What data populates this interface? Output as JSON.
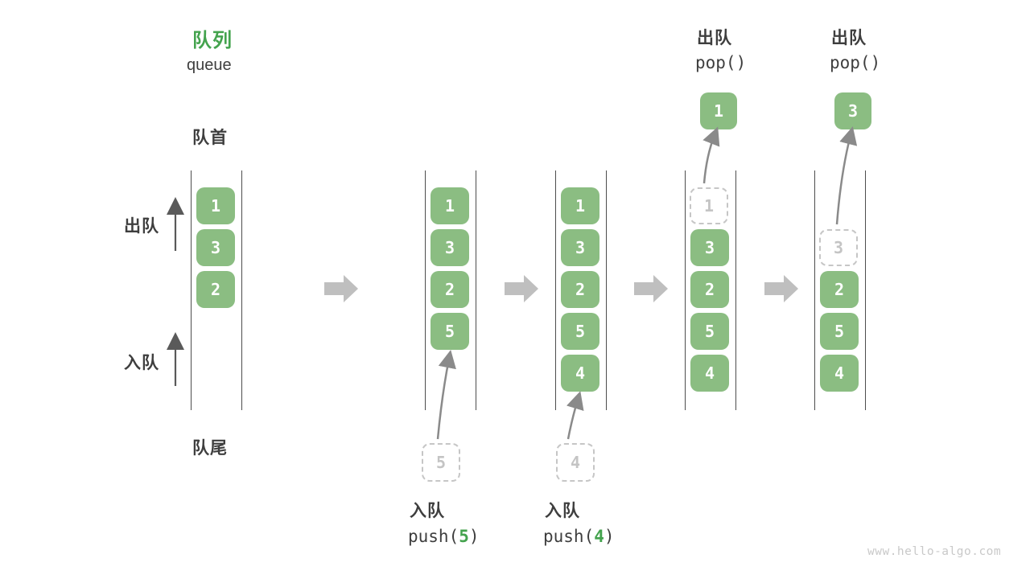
{
  "title": {
    "zh": "队列",
    "en": "queue"
  },
  "labels": {
    "front": "队首",
    "rear": "队尾",
    "dequeue": "出队",
    "enqueue": "入队"
  },
  "watermark": "www.hello-algo.com",
  "colors": {
    "box_green": "#8bbd82",
    "accent_green": "#44a34e",
    "text_dark": "#3e3e3e",
    "column_line": "#4d4d4d",
    "block_arrow_gray": "#bfbfbf",
    "curve_arrow_gray": "#8a8a8a",
    "dashed_border": "#c6c6c6",
    "dashed_text": "#c4c4c4",
    "watermark_gray": "#c9c9c9"
  },
  "columns": [
    {
      "cells": [
        {
          "row": 0,
          "value": "1",
          "state": "solid"
        },
        {
          "row": 1,
          "value": "3",
          "state": "solid"
        },
        {
          "row": 2,
          "value": "2",
          "state": "solid"
        }
      ]
    },
    {
      "cells": [
        {
          "row": 0,
          "value": "1",
          "state": "solid"
        },
        {
          "row": 1,
          "value": "3",
          "state": "solid"
        },
        {
          "row": 2,
          "value": "2",
          "state": "solid"
        },
        {
          "row": 3,
          "value": "5",
          "state": "solid"
        }
      ]
    },
    {
      "cells": [
        {
          "row": 0,
          "value": "1",
          "state": "solid"
        },
        {
          "row": 1,
          "value": "3",
          "state": "solid"
        },
        {
          "row": 2,
          "value": "2",
          "state": "solid"
        },
        {
          "row": 3,
          "value": "5",
          "state": "solid"
        },
        {
          "row": 4,
          "value": "4",
          "state": "solid"
        }
      ]
    },
    {
      "cells": [
        {
          "row": 0,
          "value": "1",
          "state": "dashed"
        },
        {
          "row": 1,
          "value": "3",
          "state": "solid"
        },
        {
          "row": 2,
          "value": "2",
          "state": "solid"
        },
        {
          "row": 3,
          "value": "5",
          "state": "solid"
        },
        {
          "row": 4,
          "value": "4",
          "state": "solid"
        }
      ]
    },
    {
      "cells": [
        {
          "row": 1,
          "value": "3",
          "state": "dashed"
        },
        {
          "row": 2,
          "value": "2",
          "state": "solid"
        },
        {
          "row": 3,
          "value": "5",
          "state": "solid"
        },
        {
          "row": 4,
          "value": "4",
          "state": "solid"
        }
      ]
    }
  ],
  "push_ops": [
    {
      "zh": "入队",
      "fn": "push(",
      "arg": "5",
      "close": ")",
      "pending": "5"
    },
    {
      "zh": "入队",
      "fn": "push(",
      "arg": "4",
      "close": ")",
      "pending": "4"
    }
  ],
  "pop_ops": [
    {
      "zh": "出队",
      "code": "pop()",
      "popped": "1"
    },
    {
      "zh": "出队",
      "code": "pop()",
      "popped": "3"
    }
  ]
}
